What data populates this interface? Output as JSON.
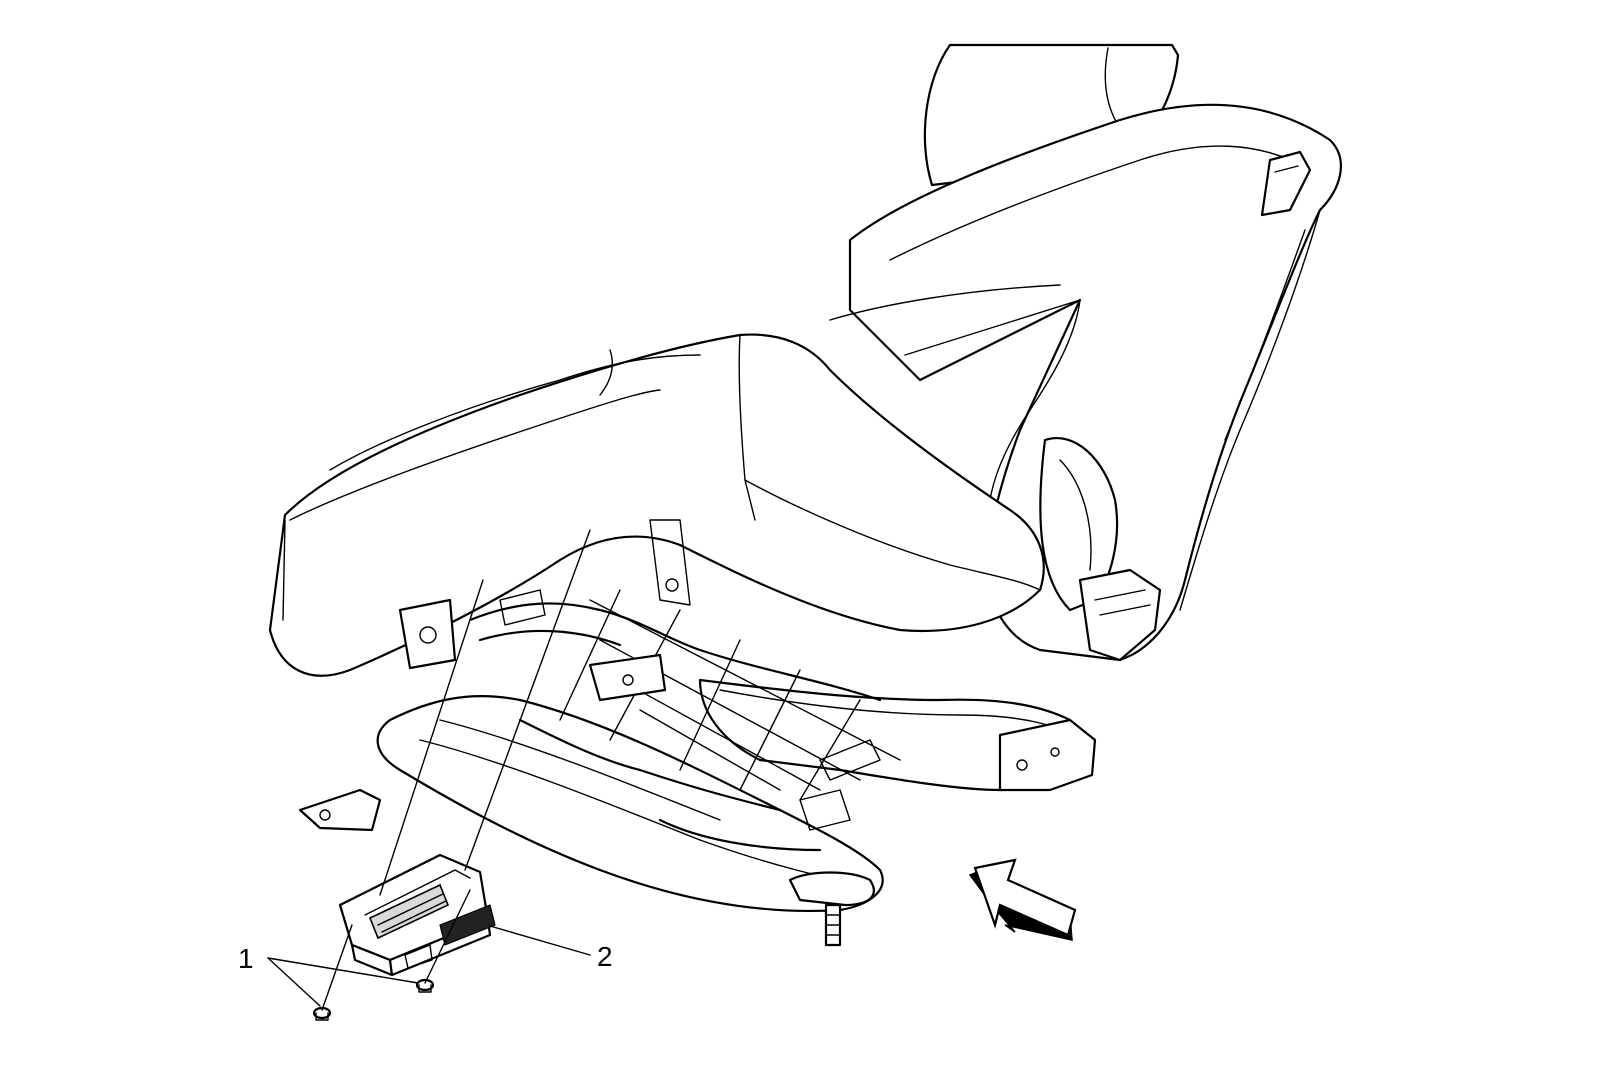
{
  "callouts": [
    {
      "id": "1",
      "label": "1"
    },
    {
      "id": "2",
      "label": "2"
    }
  ],
  "icons": {
    "view_arrow": "view-direction-arrow-icon"
  }
}
